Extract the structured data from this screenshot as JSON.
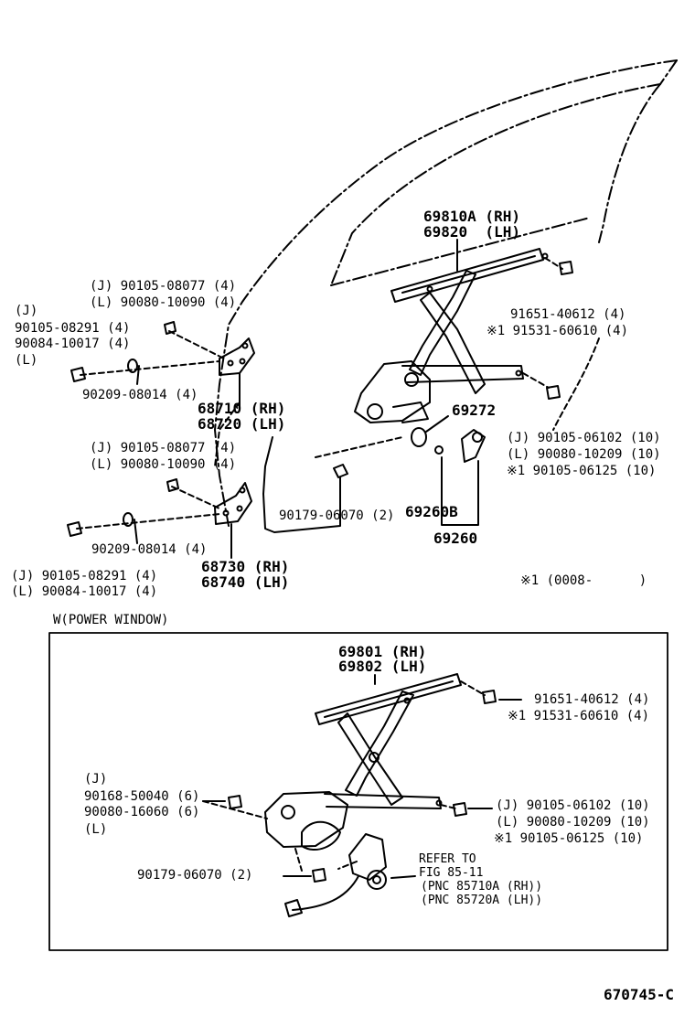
{
  "diagram": {
    "labels": {
      "glass_channel": [
        "69810A (RH)",
        "69820  (LH)"
      ],
      "channel_bolts": [
        "91651-40612 (4)",
        "※1 91531-60610 (4)"
      ],
      "hinge_upper_bolts_top": [
        "(J) 90105-08077 (4)",
        "(L) 90080-10090 (4)"
      ],
      "hinge_upper_bolts_left": [
        "(J)",
        "90105-08291 (4)",
        "90084-10017 (4)",
        "(L)"
      ],
      "hinge_upper_washer": "90209-08014 (4)",
      "hinge_upper": [
        "68710 (RH)",
        "68720 (LH)"
      ],
      "hinge_lower_bolts_top": [
        "(J) 90105-08077 (4)",
        "(L) 90080-10090 (4)"
      ],
      "hinge_lower_washer": "90209-08014 (4)",
      "hinge_lower_bolts_left": [
        "(J) 90105-08291 (4)",
        "(L) 90084-10017 (4)"
      ],
      "hinge_lower": [
        "68730 (RH)",
        "68740 (LH)"
      ],
      "regulator_pad": "69272",
      "regulator_bolts": [
        "(J) 90105-06102 (10)",
        "(L) 90080-10209 (10)",
        "※1 90105-06125 (10)"
      ],
      "clip": "90179-06070 (2)",
      "handle_part": "69260B",
      "handle": "69260",
      "footnote": "※1 (0008-      )"
    },
    "power_window": {
      "section_title": "W(POWER WINDOW)",
      "regulator": [
        "69801 (RH)",
        "69802 (LH)"
      ],
      "bolts_upper": [
        "91651-40612 (4)",
        "※1 91531-60610 (4)"
      ],
      "bolts_left": [
        "(J)",
        "90168-50040 (6)",
        "90080-16060 (6)",
        "(L)"
      ],
      "bolts_right": [
        "(J) 90105-06102 (10)",
        "(L) 90080-10209 (10)",
        "※1 90105-06125 (10)"
      ],
      "clip": "90179-06070 (2)",
      "refer": [
        "REFER TO",
        "FIG 85-11",
        "(PNC 85710A (RH))",
        "(PNC 85720A (LH))"
      ]
    },
    "figure_code": "670745-C"
  }
}
